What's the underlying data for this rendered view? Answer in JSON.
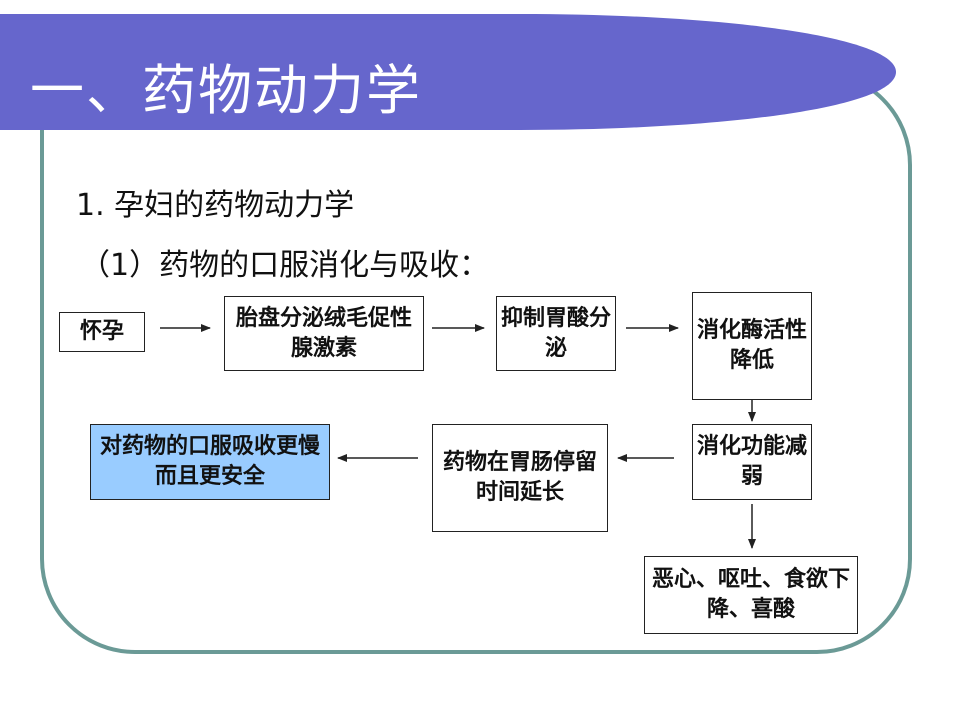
{
  "slide": {
    "title": "一、药物动力学",
    "subtitle_1": "1. 孕妇的药物动力学",
    "subtitle_2": "（1）药物的口服消化与吸收："
  },
  "flow": {
    "pregnancy": "怀孕",
    "placental_hormone": "胎盘分泌绒毛促性腺激素",
    "inhibit_gastric_acid": "抑制胃酸分泌",
    "digestive_enzyme_down": "消化酶活性降低",
    "digestive_function_weak": "消化功能减弱",
    "nausea_symptoms": "恶心、呕吐、食欲下降、喜酸",
    "drug_retention": "药物在胃肠停留时间延长",
    "absorption_result": "对药物的口服吸收更慢而且更安全"
  },
  "colors": {
    "header_band": "#6666cc",
    "frame_border": "#6b9a96",
    "highlight_box": "#99ccff"
  }
}
